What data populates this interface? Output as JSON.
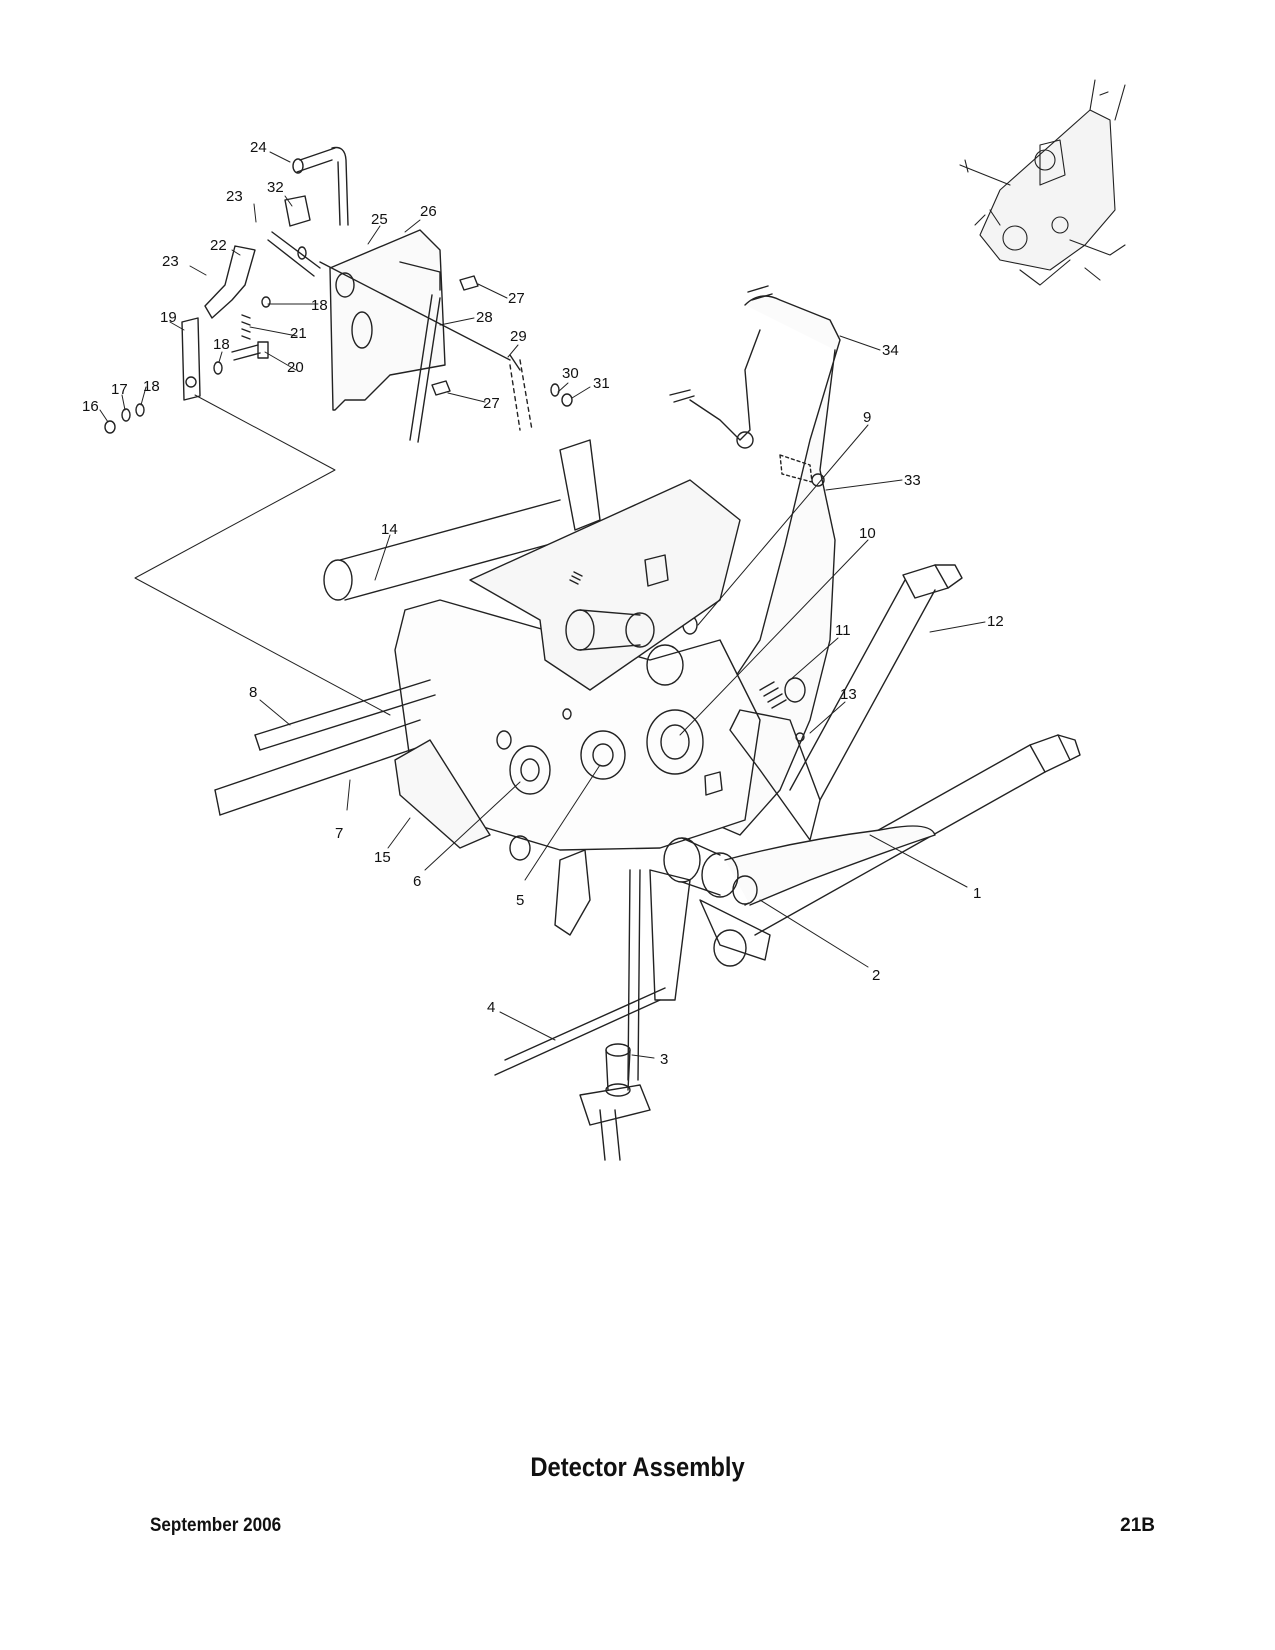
{
  "title": "Detector Assembly",
  "footer": {
    "date": "September 2006",
    "page": "21B"
  },
  "callouts": [
    "1",
    "2",
    "3",
    "4",
    "5",
    "6",
    "7",
    "8",
    "9",
    "10",
    "11",
    "12",
    "13",
    "14",
    "15",
    "16",
    "17",
    "18",
    "19",
    "20",
    "21",
    "22",
    "23",
    "24",
    "25",
    "26",
    "27",
    "28",
    "29",
    "30",
    "31",
    "32",
    "33",
    "34"
  ]
}
